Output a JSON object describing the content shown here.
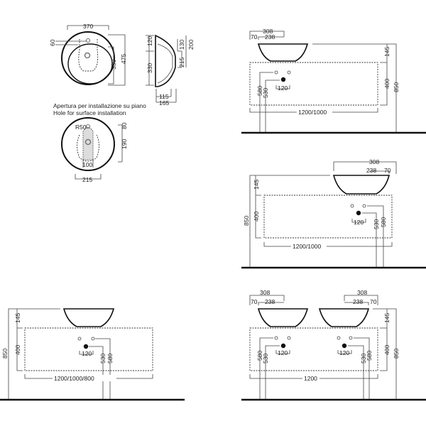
{
  "plan_view": {
    "width": "370",
    "tap_offset": "60",
    "bowl": "330",
    "depth": "475"
  },
  "side_view": {
    "top": "120",
    "bowl": "330",
    "h1": "130",
    "h2": "200",
    "h3": "215",
    "w1": "115",
    "w2": "165"
  },
  "hole": {
    "caption_it": "Apertura per installazione su piano",
    "caption_en": "Hole for surface installation",
    "radius": "R50",
    "h1": "80",
    "h2": "190",
    "w1": "100",
    "w2": "215"
  },
  "layout_top_right": {
    "overall": "308",
    "inner": "238",
    "offset": "70",
    "h_basin": "145",
    "h_cabinet": "400",
    "h_total": "850",
    "h_580": "580",
    "h_530": "530",
    "spacing": "120",
    "width": "1200/1000"
  },
  "layout_mid_right": {
    "overall": "308",
    "inner": "238",
    "offset": "70",
    "h_basin": "145",
    "h_cabinet": "400",
    "h_total": "850",
    "h_580": "580",
    "h_530": "530",
    "spacing": "120",
    "width": "1200/1000"
  },
  "layout_bottom_left": {
    "h_basin": "145",
    "h_cabinet": "400",
    "h_total": "850",
    "h_580": "580",
    "h_530": "530",
    "spacing": "120",
    "width": "1200/1000/800"
  },
  "layout_bottom_right": {
    "overall": "308",
    "inner": "238",
    "offset": "70",
    "h_basin": "145",
    "h_cabinet": "400",
    "h_total": "850",
    "h_580": "580",
    "h_530": "530",
    "spacing": "120",
    "width": "1200"
  }
}
